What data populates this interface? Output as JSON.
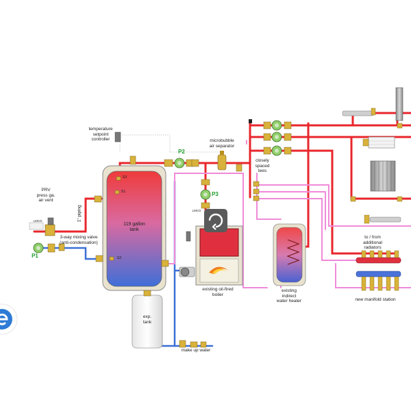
{
  "labels": {
    "temp_controller": "temperature\nsetpoint\ncontroller",
    "microbubble": "microbubble\nair separator",
    "closely_spaced": "closely\nspaced\ntees",
    "prv": "PRV\npress ga.\nair vent",
    "piping": "1\" piping",
    "mixing_valve": "3-way mixing valve\n(anti-condensation)",
    "tank": "119 gallon\ntank",
    "boiler": "existing oil-fired\nboiler",
    "indirect": "existing\nindirect\nwater heater",
    "to_from": "to / from\nadditional\nradiators",
    "manifold": "new manifold station",
    "exp_tank": "exp.\ntank",
    "make_up": "make up water",
    "p1": "P1",
    "p2": "P2",
    "p3": "P3",
    "s1": "S1",
    "s2": "S2",
    "s3": "S3",
    "limco1": "LMCO",
    "limco2": "LMCO"
  },
  "colors": {
    "hot": "#e8262b",
    "cold": "#3a6fd6",
    "pink": "#f08ad8",
    "brass": "#d8b23a",
    "pump_green": "#8fcf6a",
    "badge": "#2e7bd6"
  },
  "icons": {
    "badge": "circle-e-icon",
    "controller": "refresh-icon"
  }
}
